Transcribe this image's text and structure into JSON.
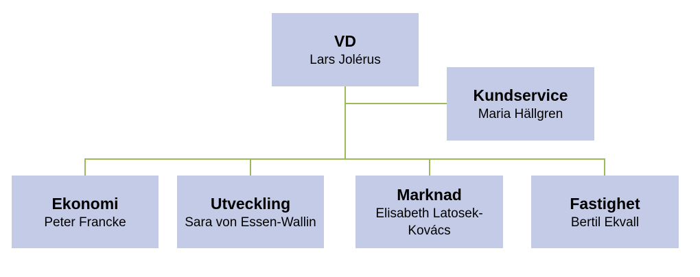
{
  "colors": {
    "box": "#c3cbe6",
    "connector": "#9bbb59"
  },
  "root": {
    "title": "VD",
    "name": "Lars Jolérus"
  },
  "assistant": {
    "title": "Kundservice",
    "name": "Maria Hällgren"
  },
  "departments": [
    {
      "title": "Ekonomi",
      "name": "Peter Francke"
    },
    {
      "title": "Utveckling",
      "name": "Sara von Essen-Wallin"
    },
    {
      "title": "Marknad",
      "name": "Elisabeth Latosek-Kovács"
    },
    {
      "title": "Fastighet",
      "name": "Bertil Ekvall"
    }
  ]
}
